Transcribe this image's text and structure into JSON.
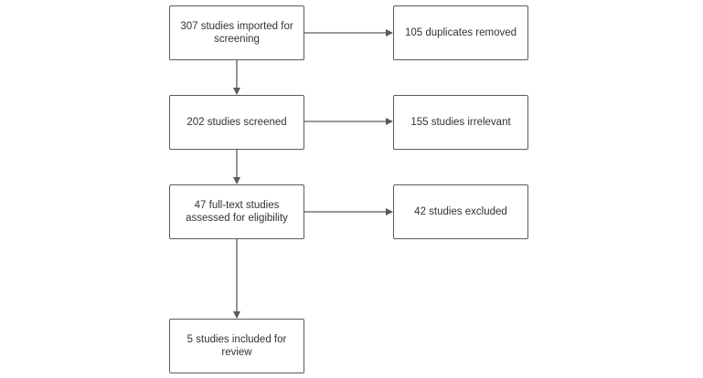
{
  "main_boxes": [
    {
      "label": "307 studies imported for screening"
    },
    {
      "label": "202 studies screened"
    },
    {
      "label": "47 full-text studies assessed for eligibility"
    },
    {
      "label": "5 studies included for review"
    }
  ],
  "side_boxes": [
    {
      "label": "105 duplicates removed"
    },
    {
      "label": "155 studies irrelevant"
    },
    {
      "label": "42 studies excluded"
    }
  ],
  "colors": {
    "border": "#5a5a5a",
    "arrow": "#5a5a5a",
    "text": "#333333",
    "background": "#ffffff"
  }
}
